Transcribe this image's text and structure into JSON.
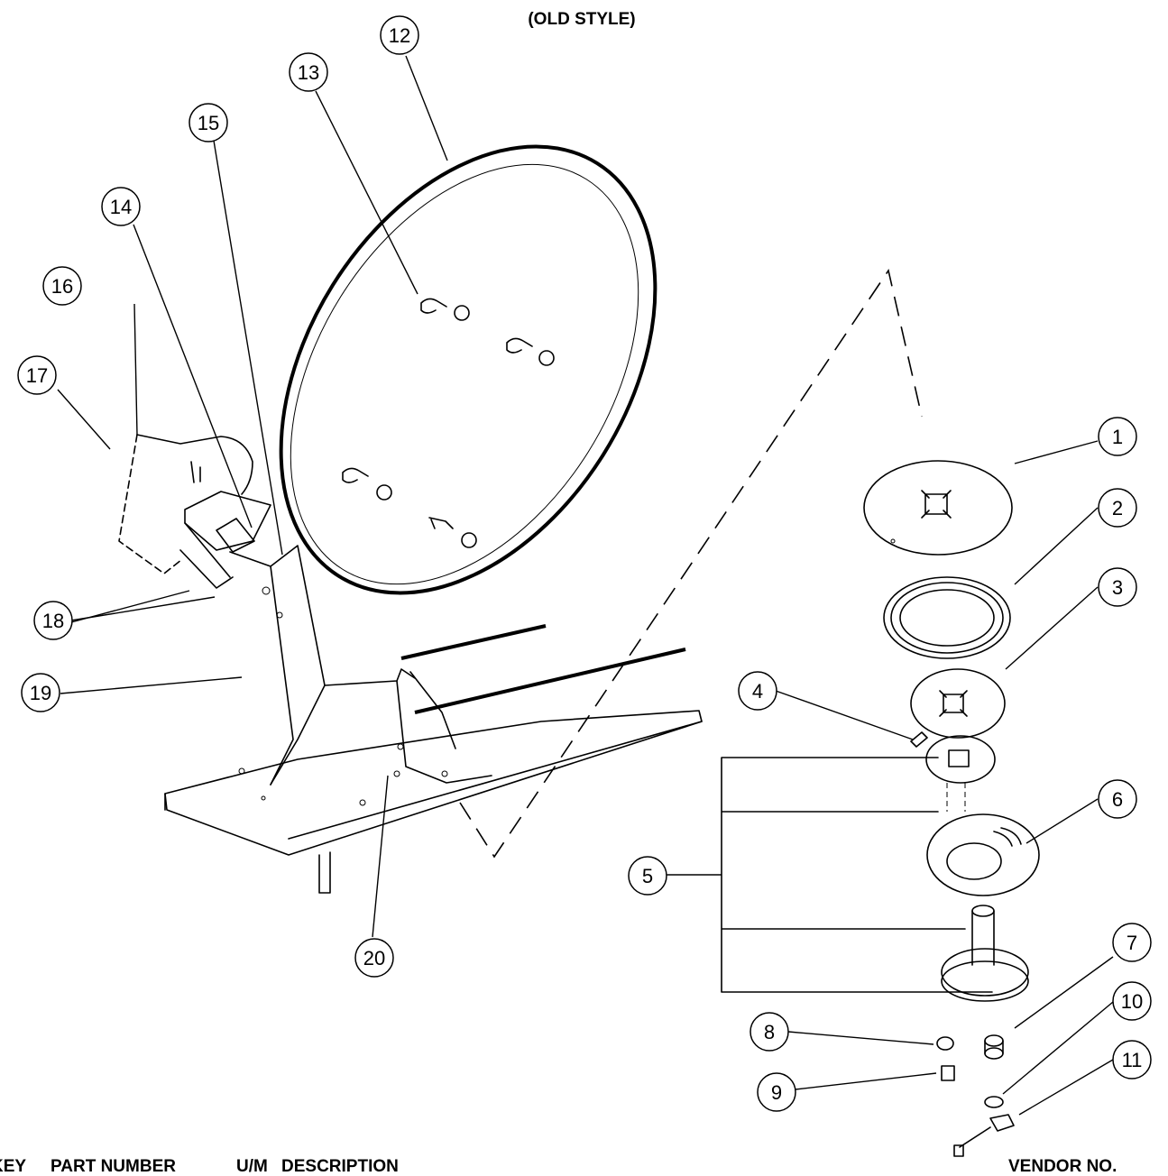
{
  "title": "(OLD STYLE)",
  "callouts": [
    "1",
    "2",
    "3",
    "4",
    "5",
    "6",
    "7",
    "8",
    "9",
    "10",
    "11",
    "12",
    "13",
    "14",
    "15",
    "16",
    "17",
    "18",
    "19",
    "20"
  ],
  "table_header": {
    "key": "KEY",
    "part_number": "PART NUMBER",
    "um": "U/M",
    "description": "DESCRIPTION",
    "vendor_no": "VENDOR NO."
  }
}
